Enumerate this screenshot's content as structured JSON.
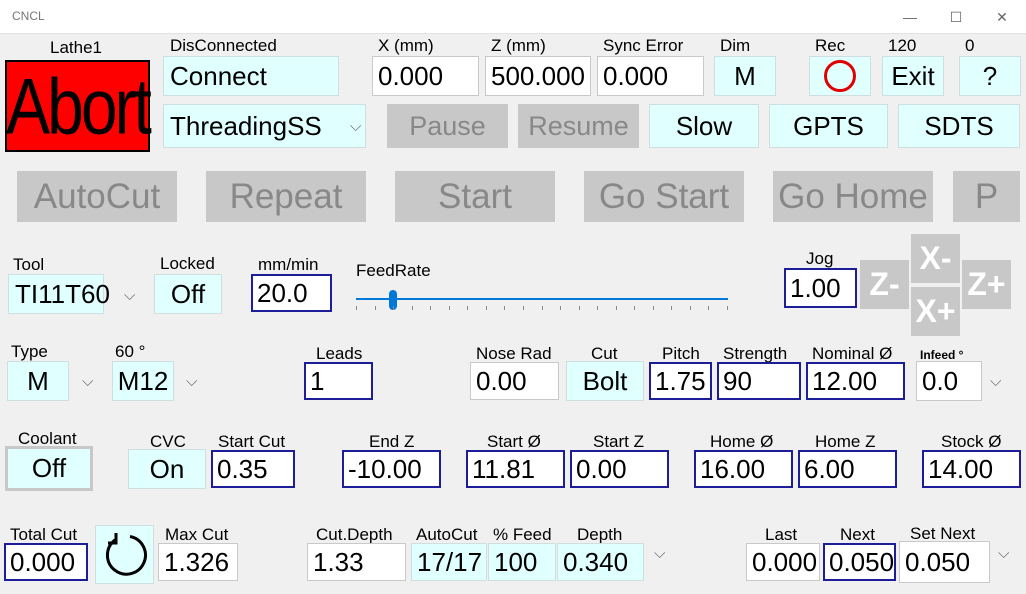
{
  "window": {
    "title": "CNCL",
    "minimize": "—",
    "maximize": "☐",
    "close": "✕"
  },
  "header": {
    "machine_name": "Lathe1",
    "abort_label": "Abort",
    "status_label": "DisConnected",
    "connect_label": "Connect",
    "mode_select": "ThreadingSS",
    "pause_label": "Pause",
    "resume_label": "Resume",
    "slow_label": "Slow",
    "gpts_label": "GPTS",
    "sdts_label": "SDTS",
    "x_label": "X (mm)",
    "x_value": "0.000",
    "z_label": "Z (mm)",
    "z_value": "500.000",
    "sync_label": "Sync Error",
    "sync_value": "0.000",
    "dim_label": "Dim",
    "dim_value": "M",
    "rec_label": "Rec",
    "counter_label": "120",
    "exit_label": "Exit",
    "zero_label": "0",
    "help_label": "?"
  },
  "actions": {
    "autocut": "AutoCut",
    "repeat": "Repeat",
    "start": "Start",
    "go_start": "Go Start",
    "go_home": "Go Home",
    "p": "P"
  },
  "tool": {
    "tool_label": "Tool",
    "tool_value": "TI11T60",
    "locked_label": "Locked",
    "locked_value": "Off",
    "feed_unit_label": "mm/min",
    "feed_value": "20.0",
    "feedrate_label": "FeedRate",
    "feedrate_level": 0.1,
    "jog_label": "Jog",
    "jog_value": "1.00",
    "jog_zminus": "Z-",
    "jog_xminus": "X-",
    "jog_zplus": "Z+",
    "jog_xplus": "X+"
  },
  "thread": {
    "type_label": "Type",
    "type_value": "M",
    "angle_label": "60 °",
    "size_value": "M12",
    "leads_label": "Leads",
    "leads_value": "1",
    "nose_label": "Nose Rad",
    "nose_value": "0.00",
    "cut_label": "Cut",
    "cut_value": "Bolt",
    "pitch_label": "Pitch",
    "pitch_value": "1.75",
    "strength_label": "Strength",
    "strength_value": "90",
    "nominal_label": "Nominal Ø",
    "nominal_value": "12.00",
    "infeed_label": "Infeed °",
    "infeed_value": "0.0"
  },
  "params": {
    "coolant_label": "Coolant",
    "coolant_value": "Off",
    "cvc_label": "CVC",
    "cvc_value": "On",
    "start_cut_label": "Start Cut",
    "start_cut_value": "0.35",
    "end_z_label": "End Z",
    "end_z_value": "-10.00",
    "start_dia_label": "Start Ø",
    "start_dia_value": "11.81",
    "start_z_label": "Start Z",
    "start_z_value": "0.00",
    "home_dia_label": "Home Ø",
    "home_dia_value": "16.00",
    "home_z_label": "Home Z",
    "home_z_value": "6.00",
    "stock_label": "Stock Ø",
    "stock_value": "14.00"
  },
  "bottom": {
    "total_cut_label": "Total Cut",
    "total_cut_value": "0.000",
    "max_cut_label": "Max Cut",
    "max_cut_value": "1.326",
    "cut_depth_label": "Cut.Depth",
    "cut_depth_value": "1.33",
    "autocut_label": "AutoCut",
    "autocut_value": "17/17",
    "feed_pct_label": "% Feed",
    "feed_pct_value": "100",
    "depth_label": "Depth",
    "depth_value": "0.340",
    "last_label": "Last",
    "last_value": "0.000",
    "next_label": "Next",
    "next_value": "0.050",
    "set_next_label": "Set Next",
    "set_next_value": "0.050"
  },
  "colors": {
    "abort": "#ff0000",
    "cyan_field": "#e0ffff",
    "disabled": "#c8c8c8",
    "field_border": "#1d1d9a",
    "slider": "#0078d7"
  }
}
